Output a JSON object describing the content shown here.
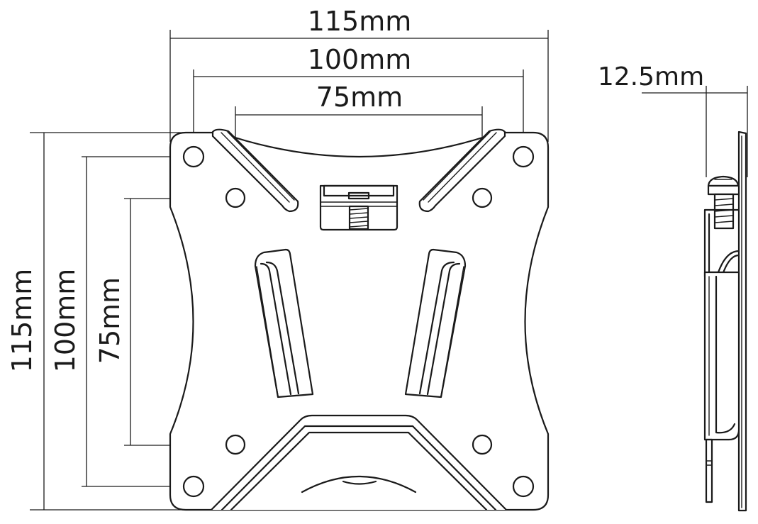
{
  "dimensions": {
    "width_outer": "115mm",
    "width_mid": "100mm",
    "width_inner": "75mm",
    "height_outer": "115mm",
    "height_mid": "100mm",
    "height_inner": "75mm",
    "depth": "12.5mm"
  },
  "colors": {
    "line": "#1a1a1a",
    "background": "#ffffff"
  }
}
